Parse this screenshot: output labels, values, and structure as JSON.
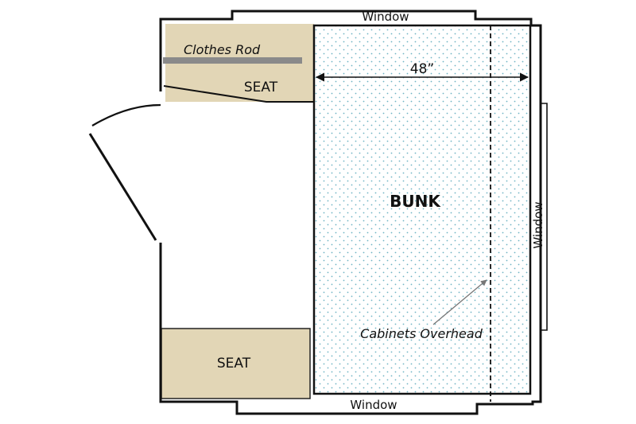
{
  "labels": {
    "window_top": "Window",
    "window_bottom": "Window",
    "window_right": "Window",
    "clothes_rod": "Clothes Rod",
    "seat_top": "SEAT",
    "seat_bottom": "SEAT",
    "bunk": "BUNK",
    "bunk_width": "48”",
    "cabinets": "Cabinets Overhead"
  },
  "colors": {
    "wall": "#111111",
    "seat_fill": "#e2d6b6",
    "bunk_fill": "#ffffff",
    "bunk_dots": "#6fb3c4",
    "clothes_rod": "#8a8a8a"
  }
}
